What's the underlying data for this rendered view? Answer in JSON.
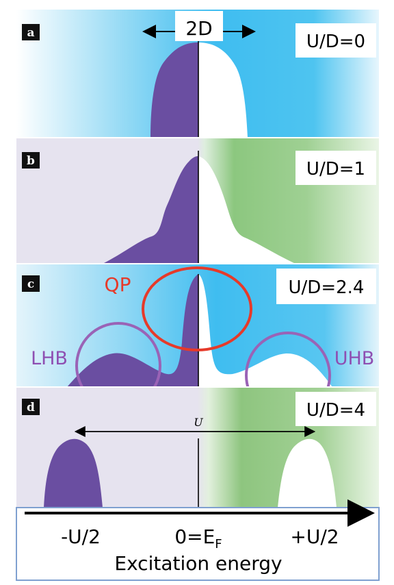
{
  "panels": {
    "a": {
      "letter": "a",
      "label": "U/D=0",
      "bandwidth_label": "2D"
    },
    "b": {
      "letter": "b",
      "label": "U/D=1"
    },
    "c": {
      "letter": "c",
      "label": "U/D=2.4",
      "qp_label": "QP",
      "lhb_label": "LHB",
      "uhb_label": "UHB"
    },
    "d": {
      "letter": "d",
      "label": "U/D=4",
      "gap_label": "U"
    }
  },
  "axis": {
    "left_tick": "-U/2",
    "center_tick_main": "0=E",
    "center_tick_sub": "F",
    "right_tick": "+U/2",
    "title": "Excitation energy"
  },
  "colors": {
    "filled": "#6a4ea1",
    "blue": "#4fc3f0",
    "green": "#86c079",
    "lavender": "#e4e0ee",
    "qp_circle": "#e63a2a",
    "hubbard_circle": "#9a63b6",
    "qp_text": "#e63a2a",
    "hubbard_text": "#8e4fb2",
    "frame_blue": "#7fa0d0"
  }
}
